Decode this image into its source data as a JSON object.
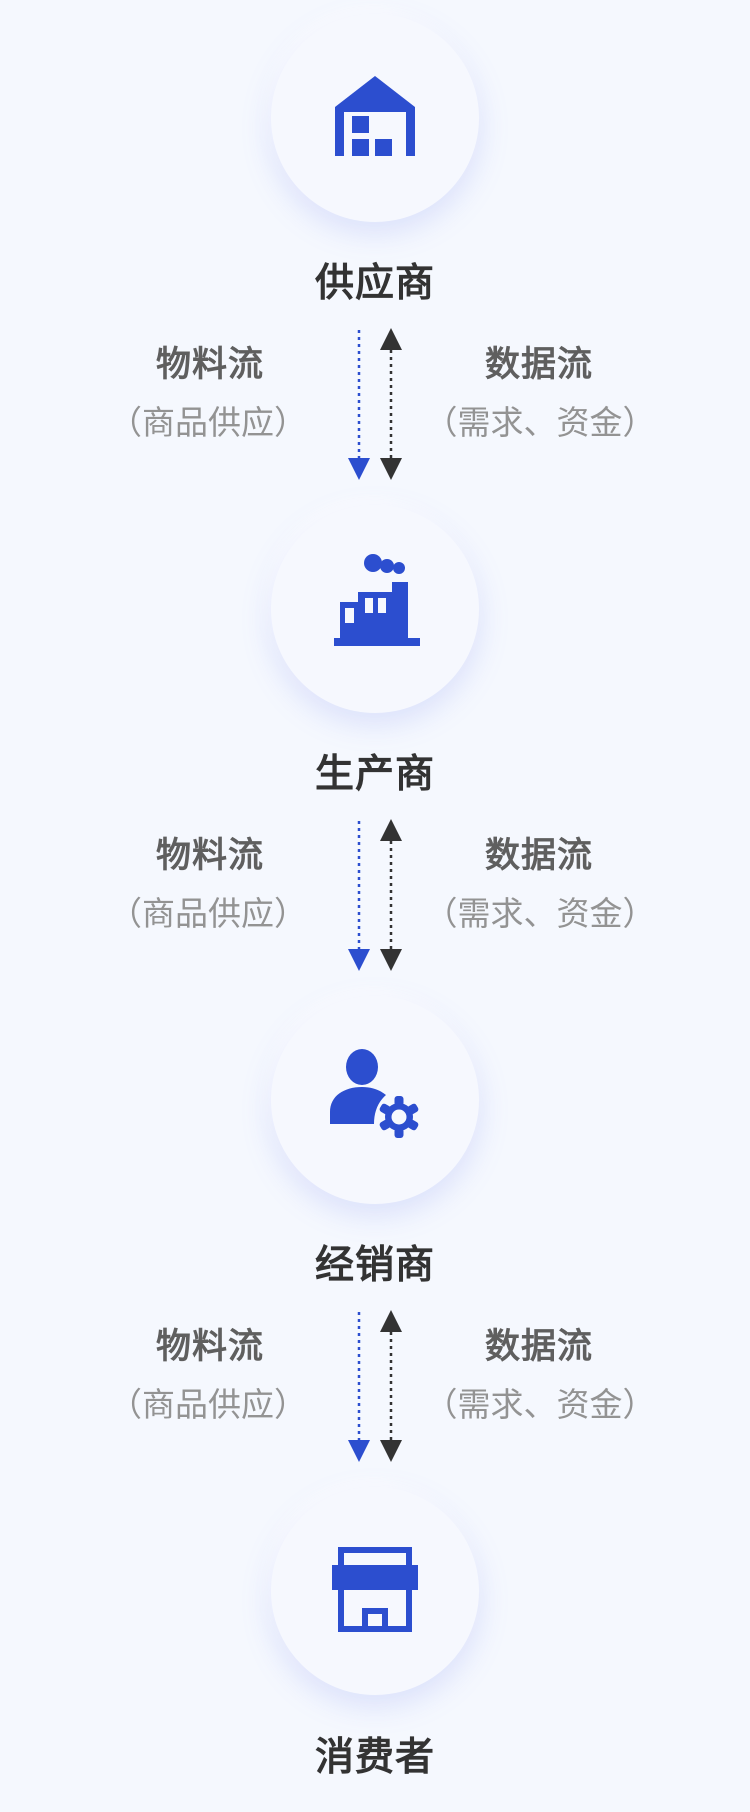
{
  "colors": {
    "background": "#f5f8fe",
    "icon_blue": "#2c4ecf",
    "material_arrow": "#2c4ecf",
    "data_arrow": "#333333",
    "node_label": "#333333",
    "flow_title": "#5f5f5f",
    "flow_sub": "#939393"
  },
  "nodes": [
    {
      "label": "供应商",
      "icon": "warehouse-icon"
    },
    {
      "label": "生产商",
      "icon": "factory-icon"
    },
    {
      "label": "经销商",
      "icon": "user-settings-icon"
    },
    {
      "label": "消费者",
      "icon": "shop-icon"
    }
  ],
  "flows": [
    {
      "material_title": "物料流",
      "material_sub": "（商品供应）",
      "data_title": "数据流",
      "data_sub": "（需求、资金）"
    },
    {
      "material_title": "物料流",
      "material_sub": "（商品供应）",
      "data_title": "数据流",
      "data_sub": "（需求、资金）"
    },
    {
      "material_title": "物料流",
      "material_sub": "（商品供应）",
      "data_title": "数据流",
      "data_sub": "（需求、资金）"
    }
  ]
}
